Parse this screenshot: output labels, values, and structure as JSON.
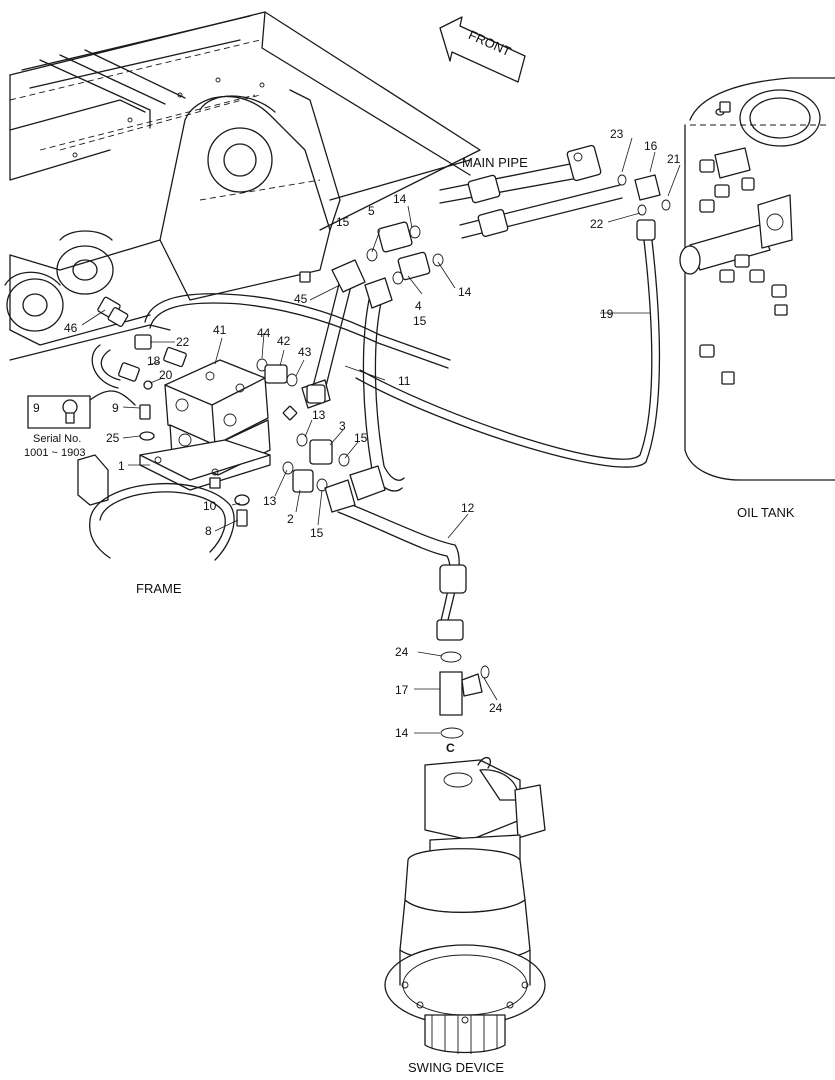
{
  "labels": {
    "front": "FRONT",
    "main_pipe": "MAIN PIPE",
    "oil_tank": "OIL TANK",
    "frame": "FRAME",
    "swing_device": "SWING DEVICE",
    "serial_no": "Serial No.",
    "serial_range": "1001 ~ 1903",
    "port_c": "C"
  },
  "callouts": [
    "1",
    "2",
    "3",
    "4",
    "5",
    "8",
    "9",
    "9",
    "10",
    "11",
    "12",
    "13",
    "13",
    "14",
    "14",
    "14",
    "15",
    "15",
    "15",
    "15",
    "16",
    "17",
    "18",
    "19",
    "20",
    "21",
    "22",
    "22",
    "23",
    "24",
    "24",
    "25",
    "41",
    "42",
    "43",
    "44",
    "45",
    "46"
  ]
}
